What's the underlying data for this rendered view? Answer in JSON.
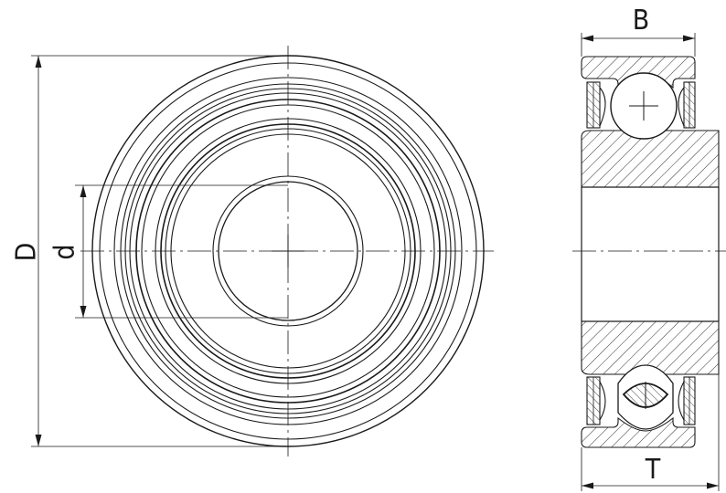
{
  "labels": {
    "outer_diameter": "D",
    "bore_diameter": "d",
    "ring_width": "B",
    "total_width": "T"
  },
  "colors": {
    "line": "#1a1a1a",
    "background": "#ffffff"
  }
}
